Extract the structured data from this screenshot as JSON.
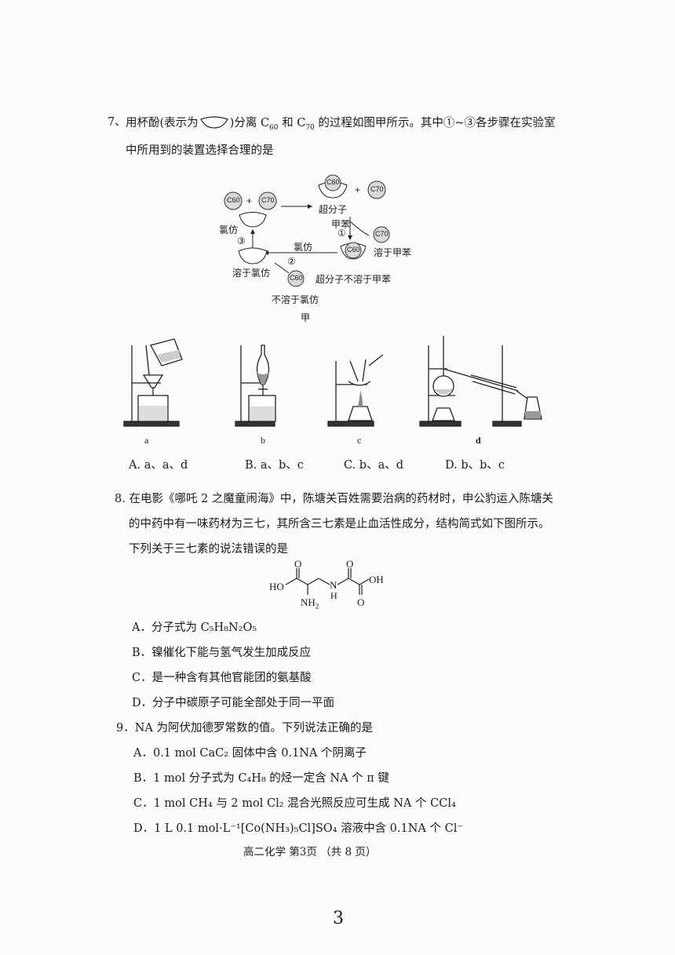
{
  "q7": {
    "number": "7、",
    "text_a": "用杯酚(表示为",
    "text_b": ")分离 C",
    "sub60": "60",
    "text_c": " 和 C",
    "sub70": "70",
    "text_d": " 的过程如图甲所示。其中①~③各步骤在实验室",
    "line2": "中所用到的装置选择合理的是",
    "diagram": {
      "c60": "C60",
      "c70": "C70",
      "plus": "+",
      "supramolecule": "超分子",
      "toluene": "甲苯",
      "step1": "①",
      "step2": "②",
      "step3": "③",
      "chloroform_top": "氯仿",
      "chloroform_left": "氯仿",
      "dissolve_toluene": "溶于甲苯",
      "supra_insoluble": "超分子不溶于甲苯",
      "dissolve_chloroform": "溶于氯仿",
      "insoluble_chloroform": "不溶于氯仿",
      "caption": "甲"
    },
    "apparatus": [
      "a",
      "b",
      "c",
      "d"
    ],
    "options": [
      "A. a、a、d",
      "B. a、b、c",
      "C. b、a、d",
      "D. b、b、c"
    ]
  },
  "q8": {
    "line1": "8. 在电影《哪吒 2 之魔童闹海》中，陈塘关百姓需要治病的药材时，申公豹运入陈塘关",
    "line2": "的中药中有一味药材为三七，其所含三七素是止血活性成分，结构简式如下图所示。",
    "line3": "下列关于三七素的说法错误的是",
    "structure": {
      "ho": "HO",
      "oh": "OH",
      "o1": "O",
      "o2": "O",
      "o3": "O",
      "n": "N",
      "h": "H",
      "nh2": "NH",
      "nh2_sub": "2"
    },
    "options": [
      "A．分子式为 C₅H₈N₂O₅",
      "B．镍催化下能与氢气发生加成反应",
      "C．是一种含有其他官能团的氨基酸",
      "D．分子中碳原子可能全部处于同一平面"
    ]
  },
  "q9": {
    "stem": "9．NA 为阿伏加德罗常数的值。下列说法正确的是",
    "options": [
      "A．0.1 mol CaC₂ 固体中含 0.1NA 个阴离子",
      "B．1 mol 分子式为 C₄H₈ 的烃一定含 NA 个 π 键",
      "C．1 mol CH₄ 与 2 mol Cl₂ 混合光照反应可生成 NA 个 CCl₄",
      "D．1 L 0.1 mol·L⁻¹[Co(NH₃)₅Cl]SO₄ 溶液中含 0.1NA 个 Cl⁻"
    ]
  },
  "footer": "高二化学 第3页 （共 8 页）",
  "page_number": "3"
}
